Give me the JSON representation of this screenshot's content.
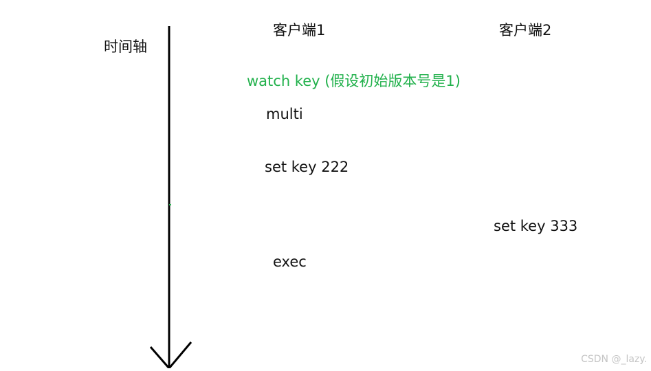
{
  "axis": {
    "label": "时间轴"
  },
  "clients": {
    "client1": "客户端1",
    "client2": "客户端2"
  },
  "commands": {
    "watch": "watch key (假设初始版本号是1)",
    "multi": "multi",
    "set_client1": "set key 222",
    "set_client2": "set key 333",
    "exec": "exec"
  },
  "watermark": "CSDN @_lazy.",
  "colors": {
    "text": "#111111",
    "highlight": "#22b14c",
    "axis_line": "#000000",
    "watermark": "#c4c4c4"
  }
}
